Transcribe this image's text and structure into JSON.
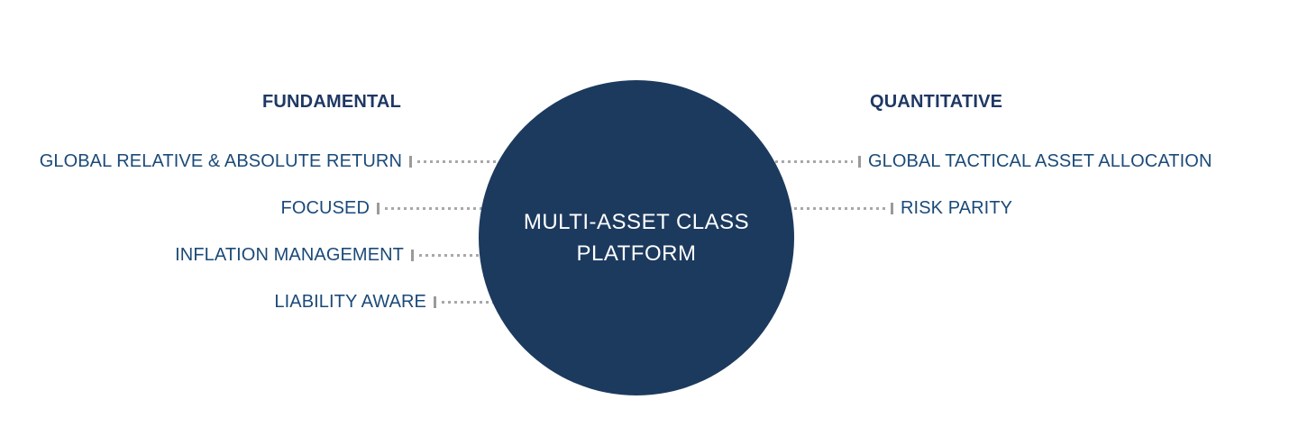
{
  "center": {
    "line1": "MULTI-ASSET CLASS",
    "line2": "PLATFORM"
  },
  "left": {
    "header": "FUNDAMENTAL",
    "items": [
      "GLOBAL RELATIVE & ABSOLUTE RETURN",
      "FOCUSED",
      "INFLATION MANAGEMENT",
      "LIABILITY AWARE"
    ]
  },
  "right": {
    "header": "QUANTITATIVE",
    "items": [
      "GLOBAL TACTICAL ASSET ALLOCATION",
      "RISK PARITY"
    ]
  },
  "colors": {
    "circle": "#1c3a5e",
    "header_text": "#1f3864",
    "label_text": "#1b4a78",
    "circle_text": "#ffffff",
    "connector_tick": "#9a9a9a",
    "connector_dots": "#a8a8a8",
    "background": "#ffffff"
  }
}
